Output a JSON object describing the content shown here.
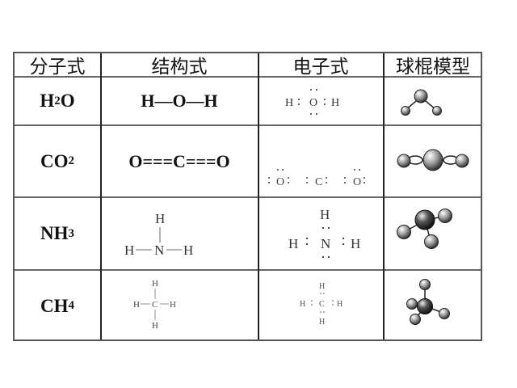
{
  "table": {
    "headers": [
      "分子式",
      "结构式",
      "电子式",
      "球棍模型"
    ],
    "rows": [
      {
        "molecule": "H2O",
        "formula": {
          "parts": [
            {
              "t": "H"
            },
            {
              "sub": "2"
            },
            {
              "t": "O"
            }
          ]
        },
        "structural": "H—O—H",
        "electron": {
          "center": "O",
          "left": "H",
          "right": "H",
          "top_dots": "··",
          "bottom_dots": "··"
        },
        "model": "bent-3-ball"
      },
      {
        "molecule": "CO2",
        "formula": {
          "parts": [
            {
              "t": "CO"
            },
            {
              "sub": "2"
            }
          ]
        },
        "structural": "O===C===O",
        "electron": {
          "atoms": [
            "O",
            "C",
            "O"
          ],
          "text": ": Ö : : C : : Ö :"
        },
        "model": "linear-3-ball-double-bonds"
      },
      {
        "molecule": "NH3",
        "formula": {
          "parts": [
            {
              "t": "NH"
            },
            {
              "sub": "3"
            }
          ]
        },
        "structural": {
          "center": "N",
          "top": "H",
          "left": "H",
          "right": "H"
        },
        "electron": {
          "center": "N",
          "top": "H",
          "left": "H",
          "right": "H"
        },
        "model": "trigonal-pyramid-4-ball"
      },
      {
        "molecule": "CH4",
        "formula": {
          "parts": [
            {
              "t": "CH"
            },
            {
              "sub": "4"
            }
          ]
        },
        "structural": {
          "center": "C",
          "top": "H",
          "left": "H",
          "right": "H",
          "bottom": "H"
        },
        "electron": {
          "center": "C",
          "top": "H",
          "left": "H",
          "right": "H",
          "bottom": "H"
        },
        "model": "tetrahedral-5-ball"
      }
    ]
  },
  "labels": {
    "h2o_H": "H",
    "h2o_sub": "2",
    "h2o_O": "O",
    "co2_CO": "CO",
    "co2_sub": "2",
    "nh3_NH": "NH",
    "nh3_sub": "3",
    "ch4_CH": "CH",
    "ch4_sub": "4",
    "h2o_struct": "H—O—H",
    "co2_struct": "O===C===O",
    "H": "H",
    "O": "O",
    "C": "C",
    "N": "N",
    "dots2": "··",
    "colon": ":"
  }
}
